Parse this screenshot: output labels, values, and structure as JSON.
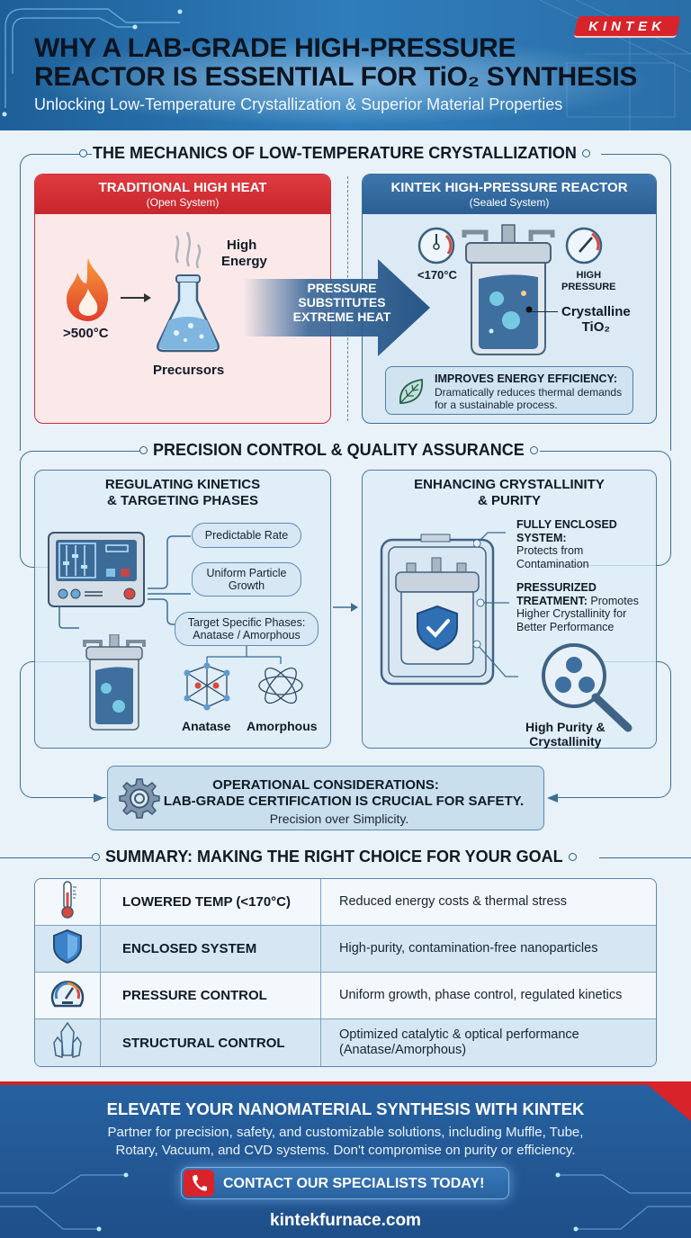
{
  "header": {
    "title_line1": "WHY A LAB-GRADE HIGH-PRESSURE",
    "title_line2": "REACTOR IS ESSENTIAL FOR TiO₂ SYNTHESIS",
    "subtitle": "Unlocking Low-Temperature Crystallization & Superior Material Properties",
    "logo": "KINTEK"
  },
  "mechanics": {
    "heading": "THE MECHANICS OF LOW-TEMPERATURE CRYSTALLIZATION",
    "traditional": {
      "title": "TRADITIONAL HIGH HEAT",
      "subtitle": "(Open System)",
      "temp": ">500°C",
      "energy_line1": "High",
      "energy_line2": "Energy",
      "flask_label": "Precursors"
    },
    "arrow_text": [
      "PRESSURE",
      "SUBSTITUTES",
      "EXTREME HEAT"
    ],
    "reactor": {
      "title": "KINTEK HIGH-PRESSURE REACTOR",
      "subtitle": "(Sealed System)",
      "temp": "<170°C",
      "pressure_line1": "HIGH",
      "pressure_line2": "PRESSURE",
      "product_line1": "Crystalline",
      "product_line2": "TiO₂",
      "efficiency_title": "IMPROVES ENERGY EFFICIENCY:",
      "efficiency_desc": "Dramatically reduces thermal demands for a sustainable process."
    }
  },
  "precision": {
    "heading": "PRECISION CONTROL & QUALITY ASSURANCE",
    "kinetics": {
      "title_line1": "REGULATING KINETICS",
      "title_line2": "& TARGETING PHASES",
      "pills": [
        "Predictable Rate",
        "Uniform Particle Growth",
        "Target Specific Phases: Anatase / Amorphous"
      ],
      "phase1": "Anatase",
      "phase2": "Amorphous"
    },
    "purity": {
      "title_line1": "ENHANCING CRYSTALLINITY",
      "title_line2": "& PURITY",
      "feature1_title": "FULLY ENCLOSED SYSTEM:",
      "feature1_desc": "Protects from Contamination",
      "feature2_title": "PRESSURIZED TREATMENT:",
      "feature2_desc": "Promotes Higher Crystallinity for Better Performance",
      "magnifier_line1": "High Purity &",
      "magnifier_line2": "Crystallinity"
    }
  },
  "operational": {
    "line1": "OPERATIONAL CONSIDERATIONS:",
    "line2": "LAB-GRADE CERTIFICATION IS CRUCIAL FOR SAFETY.",
    "line3": "Precision over Simplicity."
  },
  "summary": {
    "heading": "SUMMARY: MAKING THE RIGHT CHOICE FOR YOUR GOAL",
    "rows": [
      {
        "icon": "thermometer-icon",
        "feature": "LOWERED TEMP (<170°C)",
        "benefit": "Reduced energy costs & thermal stress"
      },
      {
        "icon": "shield-icon",
        "feature": "ENCLOSED SYSTEM",
        "benefit": "High-purity, contamination-free nanoparticles"
      },
      {
        "icon": "pressure-gauge-icon",
        "feature": "PRESSURE CONTROL",
        "benefit": "Uniform growth, phase control, regulated kinetics"
      },
      {
        "icon": "crystal-icon",
        "feature": "STRUCTURAL CONTROL",
        "benefit": "Optimized catalytic & optical performance (Anatase/Amorphous)"
      }
    ]
  },
  "footer": {
    "title": "ELEVATE YOUR NANOMATERIAL SYNTHESIS WITH KINTEK",
    "desc_line1": "Partner for precision, safety, and customizable solutions, including Muffle, Tube,",
    "desc_line2": "Rotary, Vacuum, and CVD systems. Don't compromise on purity or efficiency.",
    "cta": "CONTACT OUR SPECIALISTS TODAY!",
    "url": "kintekfurnace.com"
  },
  "colors": {
    "brand_red": "#d8232a",
    "brand_blue": "#2b5f93",
    "panel_blue": "#dbeaf5",
    "panel_red": "#fbe9ea"
  }
}
